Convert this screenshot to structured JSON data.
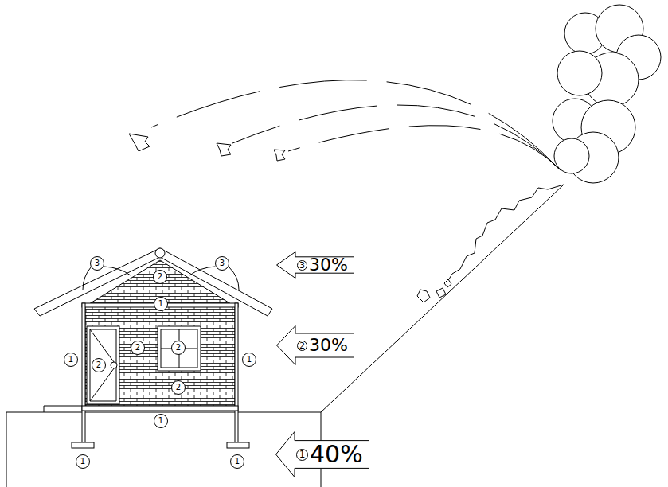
{
  "diagram": {
    "nodes": [
      {
        "text": [
          "3",
          "30%"
        ]
      },
      {
        "text": [
          "2",
          "30%"
        ]
      },
      {
        "text": [
          "1",
          "40%"
        ]
      }
    ],
    "labels": [
      "3",
      "3",
      "2",
      "1",
      "2",
      "2",
      "1",
      "1",
      "2",
      "2",
      "1",
      "1",
      "1"
    ]
  }
}
